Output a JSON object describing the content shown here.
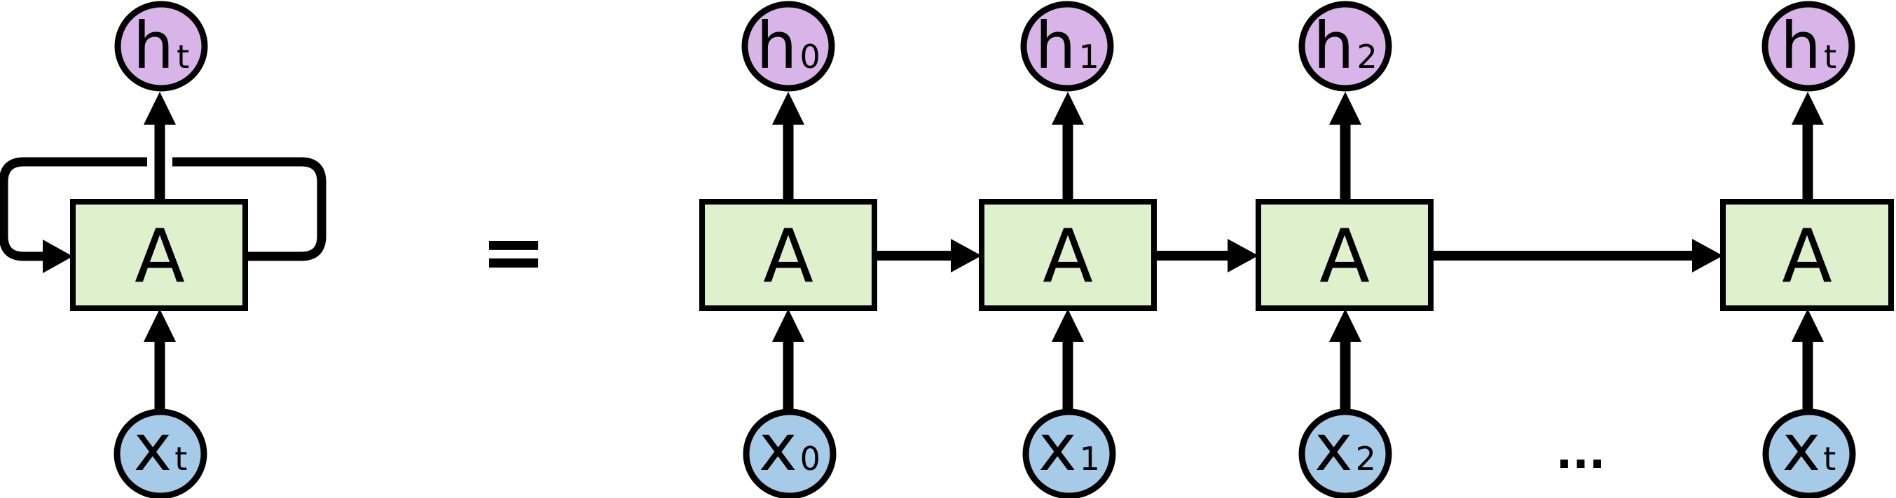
{
  "diagram": {
    "description": "Recurrent neural network: rolled cell with loop equals unrolled chain of cells",
    "equals_sign": "=",
    "ellipsis": "..."
  },
  "colors": {
    "hidden_node_fill": "#d9b4e8",
    "input_node_fill": "#a6cbe8",
    "cell_fill": "#dff0cd",
    "line": "#000000"
  },
  "left_unit": {
    "cell_label": "A",
    "hidden_label": {
      "main": "h",
      "sub": "t"
    },
    "input_label": {
      "main": "x",
      "sub": "t"
    }
  },
  "unrolled_units": [
    {
      "cell_label": "A",
      "hidden_label": {
        "main": "h",
        "sub": "0"
      },
      "input_label": {
        "main": "x",
        "sub": "0"
      }
    },
    {
      "cell_label": "A",
      "hidden_label": {
        "main": "h",
        "sub": "1"
      },
      "input_label": {
        "main": "x",
        "sub": "1"
      }
    },
    {
      "cell_label": "A",
      "hidden_label": {
        "main": "h",
        "sub": "2"
      },
      "input_label": {
        "main": "x",
        "sub": "2"
      }
    },
    {
      "cell_label": "A",
      "hidden_label": {
        "main": "h",
        "sub": "t"
      },
      "input_label": {
        "main": "x",
        "sub": "t"
      }
    }
  ]
}
